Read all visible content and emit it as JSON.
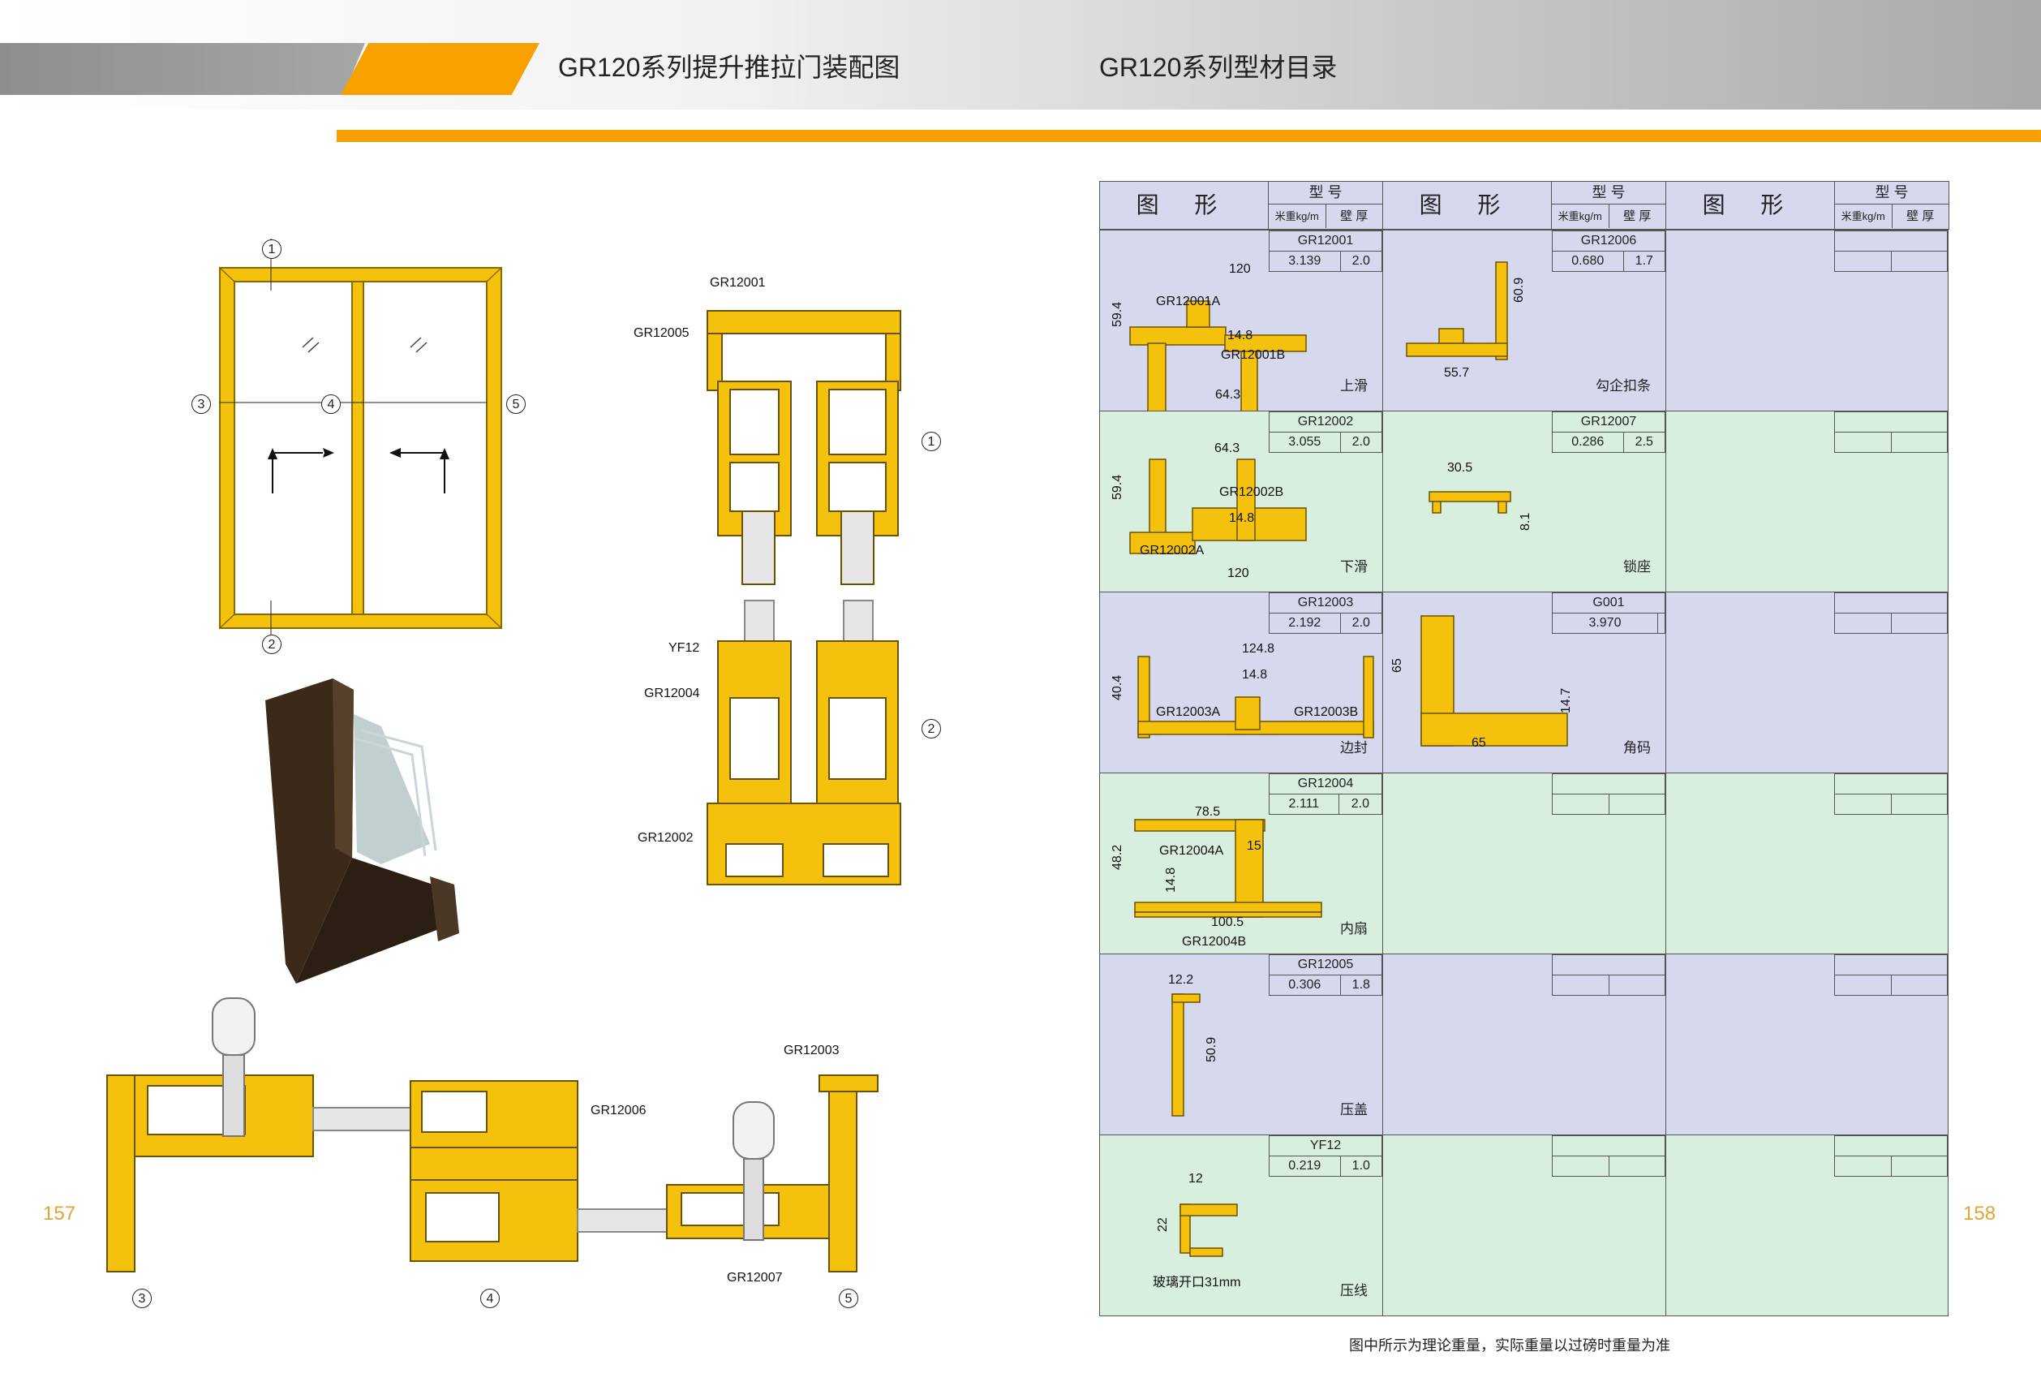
{
  "header": {
    "left_title": "GR120系列提升推拉门装配图",
    "right_title": "GR120系列型材目录"
  },
  "page_numbers": {
    "left": "157",
    "right": "158"
  },
  "assembly": {
    "section_marks": [
      "1",
      "2",
      "3",
      "4",
      "5"
    ],
    "vertical_labels": {
      "top": "GR12001",
      "side": "GR12005",
      "glazing": "YF12",
      "sash": "GR12004",
      "bottom": "GR12002"
    },
    "horizontal_labels": {
      "side": "GR12003",
      "interlock": "GR12006",
      "lock": "GR12007"
    }
  },
  "catalog": {
    "header": {
      "shape": "图 形",
      "model": "型 号",
      "weight": "米重kg/m",
      "thickness": "壁 厚"
    },
    "rows": [
      {
        "bg": "#d6d8ee",
        "cells": [
          {
            "code": "GR12001",
            "weight": "3.139",
            "thickness": "2.0",
            "name": "上滑",
            "texts": {
              "a": "GR12001A",
              "b": "GR12001B",
              "d1": "120",
              "d2": "59.4",
              "d3": "14.8",
              "d4": "64.3"
            }
          },
          {
            "code": "GR12006",
            "weight": "0.680",
            "thickness": "1.7",
            "name": "勾企扣条",
            "texts": {
              "d1": "60.9",
              "d2": "55.7"
            }
          },
          {
            "code": "",
            "weight": "",
            "thickness": "",
            "name": ""
          }
        ]
      },
      {
        "bg": "#d8eedf",
        "cells": [
          {
            "code": "GR12002",
            "weight": "3.055",
            "thickness": "2.0",
            "name": "下滑",
            "texts": {
              "a": "GR12002A",
              "b": "GR12002B",
              "d1": "64.3",
              "d2": "59.4",
              "d3": "14.8",
              "d4": "120"
            }
          },
          {
            "code": "GR12007",
            "weight": "0.286",
            "thickness": "2.5",
            "name": "锁座",
            "texts": {
              "d1": "30.5",
              "d2": "8.1"
            }
          },
          {
            "code": "",
            "weight": "",
            "thickness": "",
            "name": ""
          }
        ]
      },
      {
        "bg": "#d6d8ee",
        "cells": [
          {
            "code": "GR12003",
            "weight": "2.192",
            "thickness": "2.0",
            "name": "边封",
            "texts": {
              "a": "GR12003A",
              "b": "GR12003B",
              "d1": "124.8",
              "d2": "14.8",
              "d3": "40.4"
            }
          },
          {
            "code": "G001",
            "weight": "3.970",
            "thickness": "",
            "name": "角码",
            "texts": {
              "d1": "65",
              "d2": "65",
              "d3": "14.7"
            }
          },
          {
            "code": "",
            "weight": "",
            "thickness": "",
            "name": ""
          }
        ]
      },
      {
        "bg": "#d8eedf",
        "cells": [
          {
            "code": "GR12004",
            "weight": "2.111",
            "thickness": "2.0",
            "name": "内扇",
            "texts": {
              "a": "GR12004A",
              "b": "GR12004B",
              "d1": "78.5",
              "d2": "48.2",
              "d3": "15",
              "d4": "14.8",
              "d5": "100.5"
            }
          },
          {
            "code": "",
            "weight": "",
            "thickness": "",
            "name": ""
          },
          {
            "code": "",
            "weight": "",
            "thickness": "",
            "name": ""
          }
        ]
      },
      {
        "bg": "#d6d8ee",
        "cells": [
          {
            "code": "GR12005",
            "weight": "0.306",
            "thickness": "1.8",
            "name": "压盖",
            "texts": {
              "d1": "12.2",
              "d2": "50.9"
            }
          },
          {
            "code": "",
            "weight": "",
            "thickness": "",
            "name": ""
          },
          {
            "code": "",
            "weight": "",
            "thickness": "",
            "name": ""
          }
        ]
      },
      {
        "bg": "#d8eedf",
        "cells": [
          {
            "code": "YF12",
            "weight": "0.219",
            "thickness": "1.0",
            "name": "压线",
            "texts": {
              "d1": "12",
              "d2": "22",
              "d3": "玻璃开口31mm"
            }
          },
          {
            "code": "",
            "weight": "",
            "thickness": "",
            "name": ""
          },
          {
            "code": "",
            "weight": "",
            "thickness": "",
            "name": ""
          }
        ]
      }
    ]
  },
  "footnote": "图中所示为理论重量，实际重量以过磅时重量为准",
  "colors": {
    "accent": "#f7a000",
    "profile": "#f4c20d",
    "row_blue": "#d6d8ee",
    "row_green": "#d8eedf"
  }
}
